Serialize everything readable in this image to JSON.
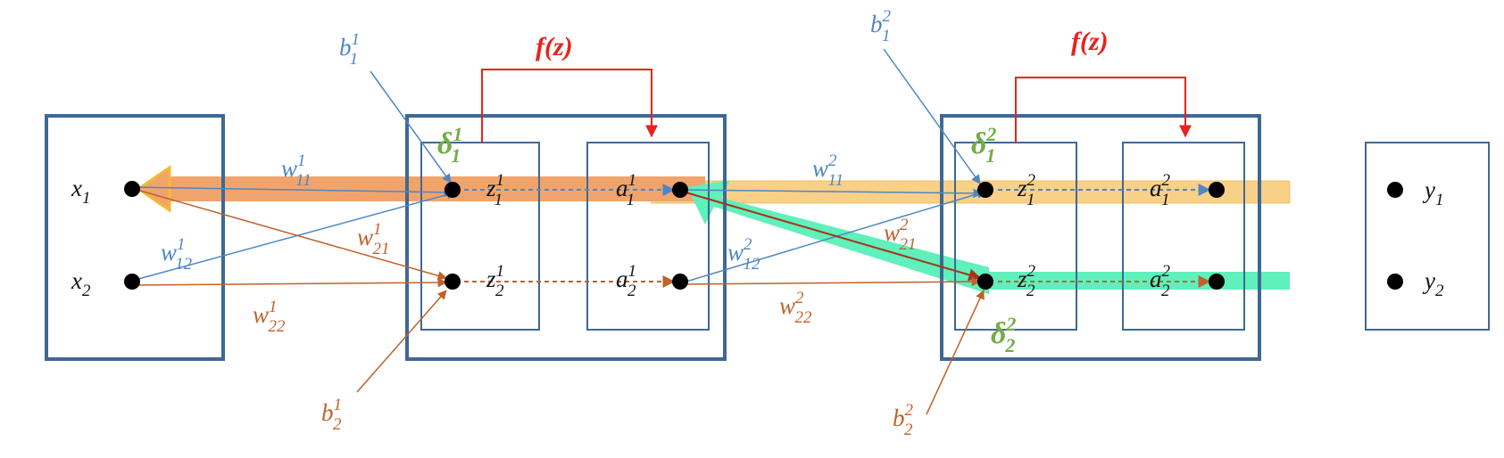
{
  "colors": {
    "box": "#3f6894",
    "blue": "#4f86c4",
    "orange": "#c0622b",
    "red": "#e8231c",
    "green": "#72ad47",
    "highlight_orange": "#f0a46c",
    "highlight_yellow": "#f8d087",
    "highlight_green": "#5ff0bb"
  },
  "labels": {
    "x1": {
      "base": "x",
      "sub": "1"
    },
    "x2": {
      "base": "x",
      "sub": "2"
    },
    "y1": {
      "base": "y",
      "sub": "1"
    },
    "y2": {
      "base": "y",
      "sub": "2"
    },
    "z11": {
      "base": "z",
      "sup": "1",
      "sub": "1"
    },
    "z12": {
      "base": "z",
      "sup": "1",
      "sub": "2"
    },
    "a11": {
      "base": "a",
      "sup": "1",
      "sub": "1"
    },
    "a12": {
      "base": "a",
      "sup": "1",
      "sub": "2"
    },
    "z21": {
      "base": "z",
      "sup": "2",
      "sub": "1"
    },
    "z22": {
      "base": "z",
      "sup": "2",
      "sub": "2"
    },
    "a21": {
      "base": "a",
      "sup": "2",
      "sub": "1"
    },
    "a22": {
      "base": "a",
      "sup": "2",
      "sub": "2"
    },
    "w1_11": {
      "base": "w",
      "sup": "1",
      "sub": "11"
    },
    "w1_12": {
      "base": "w",
      "sup": "1",
      "sub": "12"
    },
    "w1_21": {
      "base": "w",
      "sup": "1",
      "sub": "21"
    },
    "w1_22": {
      "base": "w",
      "sup": "1",
      "sub": "22"
    },
    "w2_11": {
      "base": "w",
      "sup": "2",
      "sub": "11"
    },
    "w2_12": {
      "base": "w",
      "sup": "2",
      "sub": "12"
    },
    "w2_21": {
      "base": "w",
      "sup": "2",
      "sub": "21"
    },
    "w2_22": {
      "base": "w",
      "sup": "2",
      "sub": "22"
    },
    "b1_1": {
      "base": "b",
      "sup": "1",
      "sub": "1"
    },
    "b1_2": {
      "base": "b",
      "sup": "1",
      "sub": "2"
    },
    "b2_1": {
      "base": "b",
      "sup": "2",
      "sub": "1"
    },
    "b2_2": {
      "base": "b",
      "sup": "2",
      "sub": "2"
    },
    "delta1_1": {
      "base": "δ",
      "sup": "1",
      "sub": "1"
    },
    "delta2_1": {
      "base": "δ",
      "sup": "2",
      "sub": "1"
    },
    "delta2_2": {
      "base": "δ",
      "sup": "2",
      "sub": "2"
    },
    "fz_1": "f(z)",
    "fz_2": "f(z)"
  }
}
